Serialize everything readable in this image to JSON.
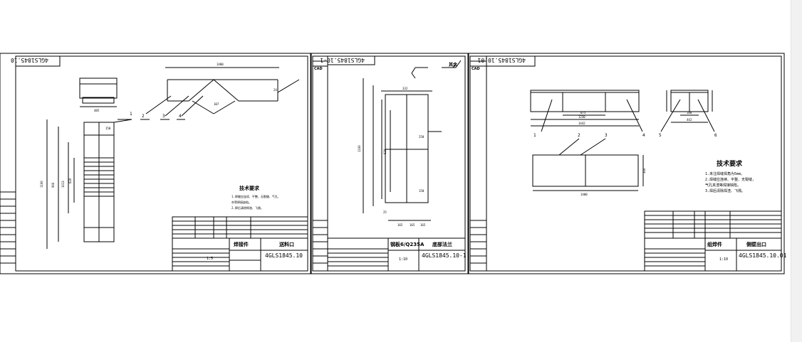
{
  "sheet_left": {
    "doc_no_rotated": "4GLS1845.10",
    "title_label": "焊接件",
    "part_name": "送料口",
    "doc_number": "4GLS1845.10",
    "tech_title": "技术要求",
    "tech_lines": [
      "1.焊缝应连续、平整，无裂缝、气孔、",
      "杂等焊接缺陷。",
      "2.焊后清除焊渣、飞溅。"
    ],
    "scale": "1:5",
    "balloons": [
      "1",
      "2",
      "3",
      "4"
    ],
    "dims": [
      "1400",
      "485",
      "150",
      "1100",
      "900",
      "1013",
      "620",
      "24",
      "107"
    ]
  },
  "sheet_mid": {
    "doc_no_rotated": "4GLS1845.10-1",
    "cad_label": "CAD",
    "material": "钢板6/Q235A",
    "part_name": "底部法兰",
    "doc_number": "4GLS1845.10-1",
    "scale": "1:10",
    "roughness": "其余",
    "dims": [
      "332",
      "250",
      "620",
      "1100",
      "150",
      "25",
      "165",
      "165",
      "165"
    ]
  },
  "sheet_right": {
    "doc_no_rotated": "4GLS1845.10.01",
    "cad_label": "CAD",
    "title_label": "组焊件",
    "part_name": "侧壁出口",
    "doc_number": "4GLS1845.10.01",
    "tech_title": "技术要求",
    "tech_lines": [
      "1.未注焊缝焊角为5mm。",
      "2.焊缝应连续、平整、无裂缝，",
      "气孔夹渣等焊接缺陷。",
      "3.焊后清除焊渣、飞溅。"
    ],
    "scale": "1:10",
    "balloons": [
      "1",
      "2",
      "3",
      "4",
      "5",
      "6"
    ],
    "dims": [
      "1230",
      "1442",
      "675",
      "1400",
      "180",
      "442",
      "300"
    ]
  },
  "colors": {
    "line": "#000000",
    "background": "#ffffff",
    "scroll_track": "#f1f1f1"
  }
}
